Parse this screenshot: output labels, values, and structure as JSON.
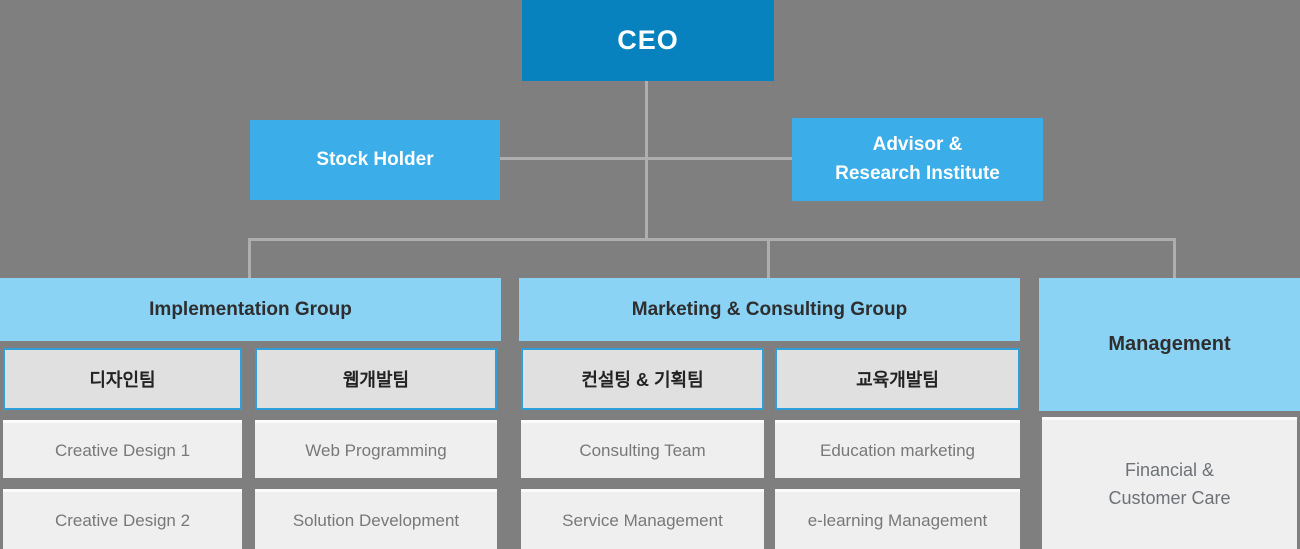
{
  "colors": {
    "background": "#7f7f7f",
    "ceo_blue": "#0882be",
    "mid_blue": "#3bade9",
    "light_blue": "#8ad3f5",
    "team_fill": "#e0e0e0",
    "team_border_blue": "#2e9fd8",
    "member_fill": "#efefef",
    "connector_gray": "#aeaeae"
  },
  "org": {
    "ceo": {
      "label": "CEO"
    },
    "advisors": [
      {
        "id": "stock-holder",
        "label": "Stock Holder"
      },
      {
        "id": "advisor-research-institute",
        "label": "Advisor &\nResearch Institute"
      }
    ],
    "groups": [
      {
        "id": "implementation-group",
        "label": "Implementation Group",
        "teams": [
          {
            "label": "디자인팀",
            "members": [
              "Creative Design 1",
              "Creative Design 2"
            ]
          },
          {
            "label": "웹개발팀",
            "members": [
              "Web Programming",
              "Solution Development"
            ]
          }
        ]
      },
      {
        "id": "marketing-consulting-group",
        "label": "Marketing & Consulting Group",
        "teams": [
          {
            "label": "컨설팅 & 기획팀",
            "members": [
              "Consulting Team",
              "Service Management"
            ]
          },
          {
            "label": "교육개발팀",
            "members": [
              "Education marketing",
              "e-learning Management"
            ]
          }
        ]
      },
      {
        "id": "management-group",
        "label": "Management",
        "department": "Financial &\nCustomer Care"
      }
    ]
  }
}
